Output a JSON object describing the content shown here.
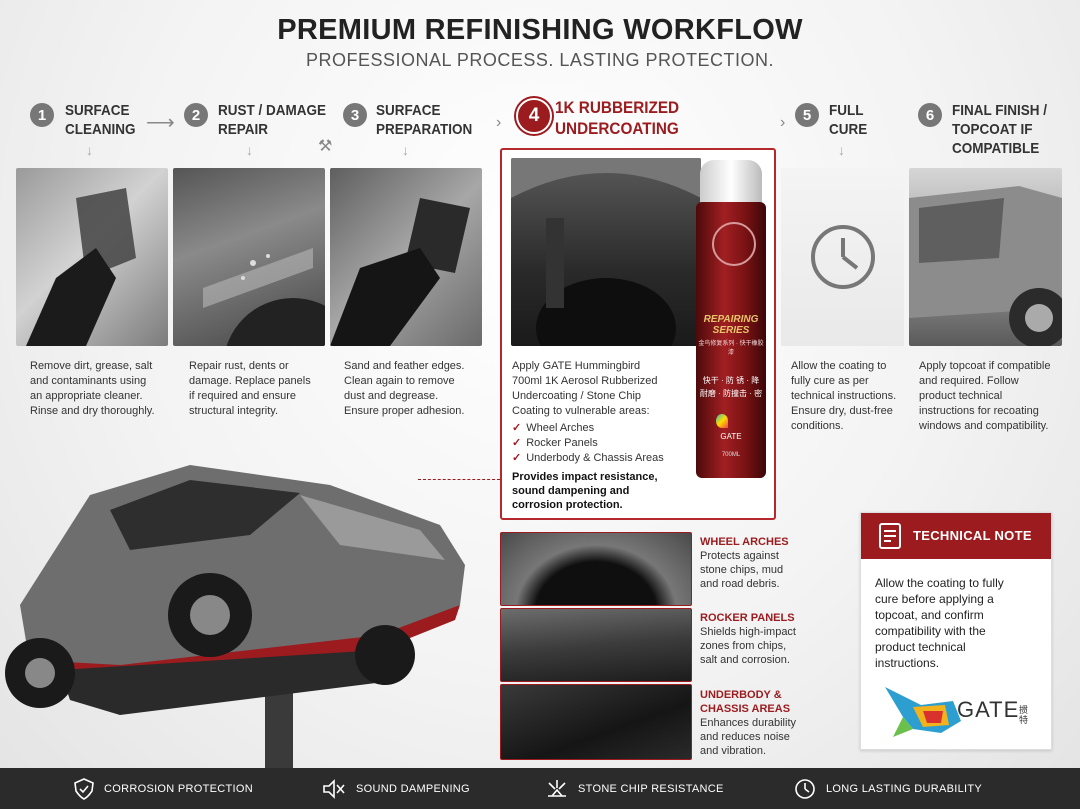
{
  "header": {
    "title": "PREMIUM REFINISHING WORKFLOW",
    "subtitle": "PROFESSIONAL PROCESS. LASTING PROTECTION."
  },
  "steps": [
    {
      "num": "1",
      "title": [
        "SURFACE",
        "CLEANING"
      ],
      "desc": [
        "Remove dirt, grease, salt",
        "and contaminants using",
        "an appropriate cleaner.",
        "Rinse and dry thoroughly."
      ]
    },
    {
      "num": "2",
      "title": [
        "RUST / DAMAGE",
        "REPAIR"
      ],
      "desc": [
        "Repair rust, dents or",
        "damage. Replace panels",
        "if required and ensure",
        "structural integrity."
      ]
    },
    {
      "num": "3",
      "title": [
        "SURFACE",
        "PREPARATION"
      ],
      "desc": [
        "Sand and feather edges.",
        "Clean again to remove",
        "dust and degrease.",
        "Ensure proper adhesion."
      ]
    },
    {
      "num": "4",
      "title": [
        "1K RUBBERIZED",
        "UNDERCOATING"
      ],
      "desc": [
        "Apply GATE Hummingbird",
        "700ml 1K Aerosol Rubberized",
        "Undercoating / Stone Chip",
        "Coating to vulnerable areas:"
      ]
    },
    {
      "num": "5",
      "title": [
        "FULL",
        "CURE"
      ],
      "desc": [
        "Allow the coating to",
        "fully cure as per",
        "technical instructions.",
        "Ensure dry, dust-free",
        "conditions."
      ]
    },
    {
      "num": "6",
      "title": [
        "FINAL FINISH /",
        "TOPCOAT IF",
        "COMPATIBLE"
      ],
      "desc": [
        "Apply topcoat if compatible",
        "and required. Follow",
        "product technical",
        "instructions for recoating",
        "windows and compatibility."
      ]
    }
  ],
  "active_step": {
    "checklist": [
      "Wheel Arches",
      "Rocker Panels",
      "Underbody & Chassis Areas"
    ],
    "benefit": [
      "Provides impact resistance,",
      "sound dampening and",
      "corrosion protection."
    ]
  },
  "can": {
    "label_line1": "REPAIRING",
    "label_line2": "SERIES",
    "chinese_line": "金鸟修复系列 · 快干橡胶漆",
    "chinese_row1": "快干 · 防 锈 · 降",
    "chinese_row2": "耐磨 · 防撞击 · 密",
    "brand": "GATE",
    "volume": "700ML"
  },
  "details": [
    {
      "title": [
        "WHEEL ARCHES"
      ],
      "text": [
        "Protects against",
        "stone chips, mud",
        "and road debris."
      ]
    },
    {
      "title": [
        "ROCKER PANELS"
      ],
      "text": [
        "Shields high-impact",
        "zones from chips,",
        "salt and corrosion."
      ]
    },
    {
      "title": [
        "UNDERBODY &",
        "CHASSIS AREAS"
      ],
      "text": [
        "Enhances durability",
        "and reduces noise",
        "and vibration."
      ]
    }
  ],
  "note": {
    "heading": "TECHNICAL NOTE",
    "text": [
      "Allow the coating to fully",
      "cure before applying a",
      "topcoat, and confirm",
      "compatibility with the",
      "product technical",
      "instructions."
    ],
    "brand": "GATE",
    "brand_cn": "掼特"
  },
  "features": [
    {
      "icon": "shield-check-icon",
      "label": "CORROSION PROTECTION"
    },
    {
      "icon": "speaker-mute-icon",
      "label": "SOUND DAMPENING"
    },
    {
      "icon": "stone-impact-icon",
      "label": "STONE CHIP RESISTANCE"
    },
    {
      "icon": "clock-icon",
      "label": "LONG LASTING DURABILITY"
    }
  ],
  "colors": {
    "accent": "#9b1b1e",
    "bar": "#2b2b2b"
  }
}
